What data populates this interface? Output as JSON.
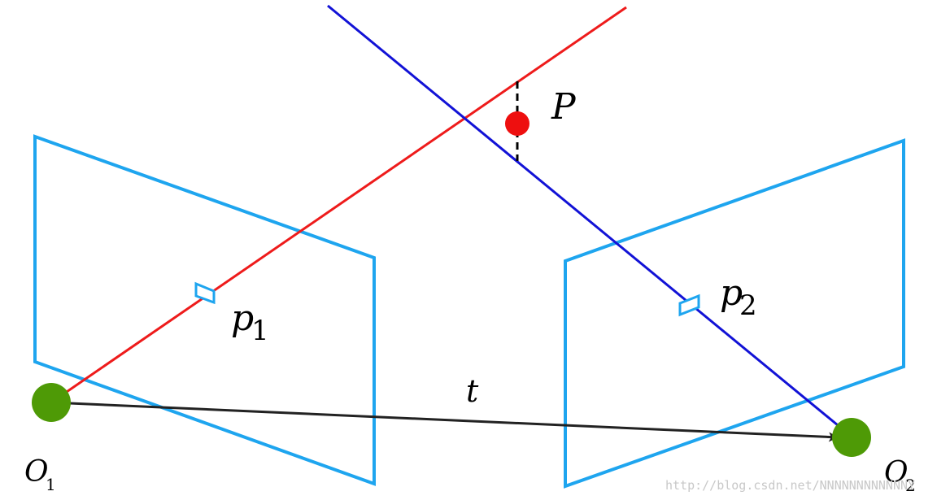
{
  "colors": {
    "image_plane": "#1ea5ef",
    "ray_left": "#ee1b1b",
    "ray_right": "#1212d6",
    "point_P": "#ee0f0f",
    "camera_center": "#4e9a06",
    "baseline": "#222222",
    "watermark": "#c8c8c8"
  },
  "labels": {
    "P": "P",
    "p1_letter": "p",
    "p1_sub": "1",
    "p2_letter": "p",
    "p2_sub": "2",
    "t": "t",
    "O1_letter": "O",
    "O1_sub": "1",
    "O2_letter": "O",
    "O2_sub": "2"
  },
  "watermark": "http://blog.csdn.net/NNNNNNNNNNNNY"
}
